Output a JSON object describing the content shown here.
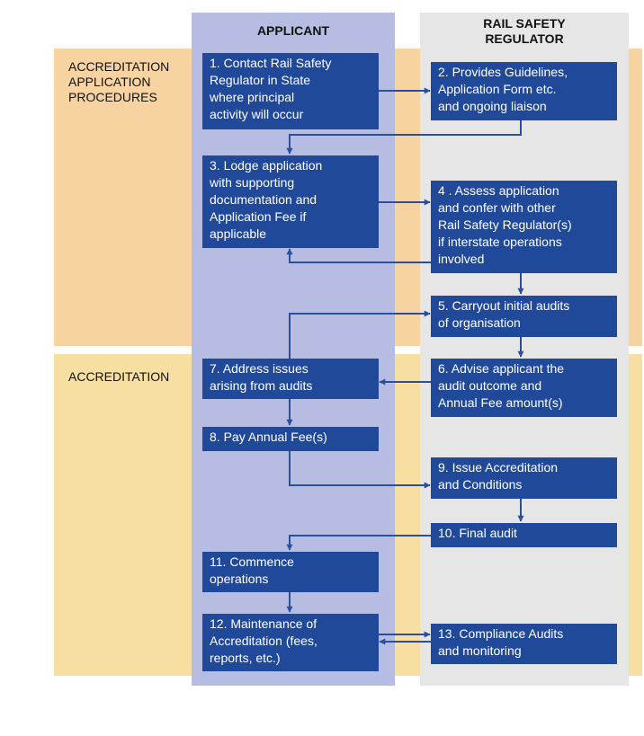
{
  "columns": {
    "applicant": "APPLICANT",
    "regulator": "RAIL SAFETY\nREGULATOR"
  },
  "sections": {
    "application": "ACCREDITATION\nAPPLICATION\nPROCEDURES",
    "accreditation": "ACCREDITATION"
  },
  "steps": {
    "s1": "1. Contact Rail Safety\n    Regulator in State\n    where principal\n    activity will occur",
    "s2": "2. Provides Guidelines,\n    Application Form etc.\n    and ongoing liaison",
    "s3": "3. Lodge application\n    with supporting\n    documentation and\n    Application Fee if\n    applicable",
    "s4": "4 . Assess application\n     and confer with other\n     Rail Safety Regulator(s)\n     if interstate operations\n     involved",
    "s5": "5. Carryout initial audits\n    of organisation",
    "s6": "6. Advise applicant the\n    audit outcome and\n    Annual Fee amount(s)",
    "s7": "7. Address issues\n    arising from audits",
    "s8": "8. Pay Annual Fee(s)",
    "s9": "9. Issue Accreditation\n    and Conditions",
    "s10": "10. Final audit",
    "s11": "11. Commence\n      operations",
    "s12": "12. Maintenance of\n      Accreditation (fees,\n      reports, etc.)",
    "s13": "13. Compliance Audits\n      and monitoring"
  },
  "colors": {
    "box": "#21499a",
    "arrow": "#2a4f9e",
    "applicant_column": "#b7bce2",
    "regulator_column": "#e6e6e7",
    "band_application": "#f6d3a0",
    "band_accreditation": "#f7dea1"
  }
}
